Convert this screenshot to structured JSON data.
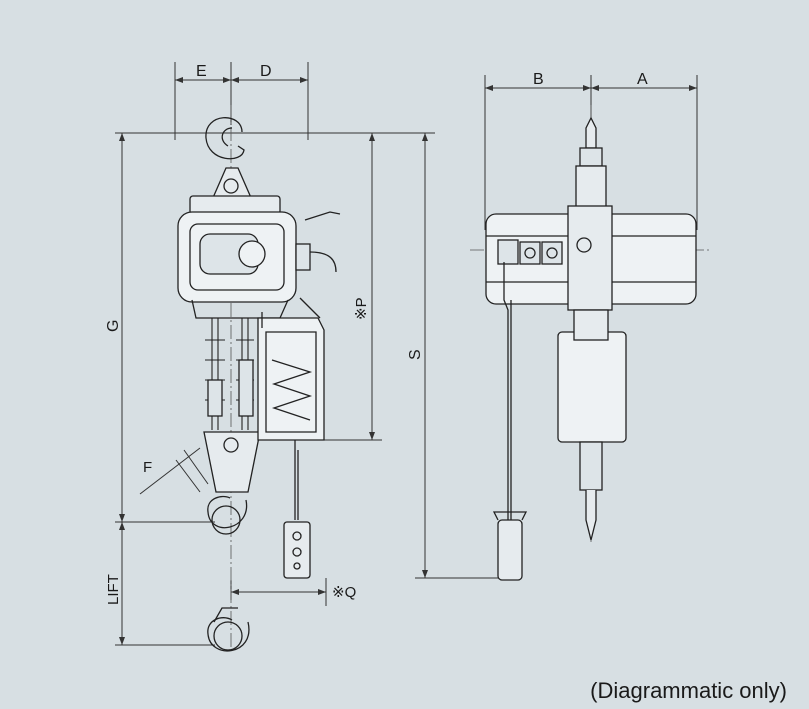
{
  "dimension_labels": {
    "E": "E",
    "D": "D",
    "B": "B",
    "A": "A",
    "G": "G",
    "P": "※P",
    "S": "S",
    "F": "F",
    "Q": "※Q",
    "LIFT": "LIFT"
  },
  "caption": "(Diagrammatic only)"
}
